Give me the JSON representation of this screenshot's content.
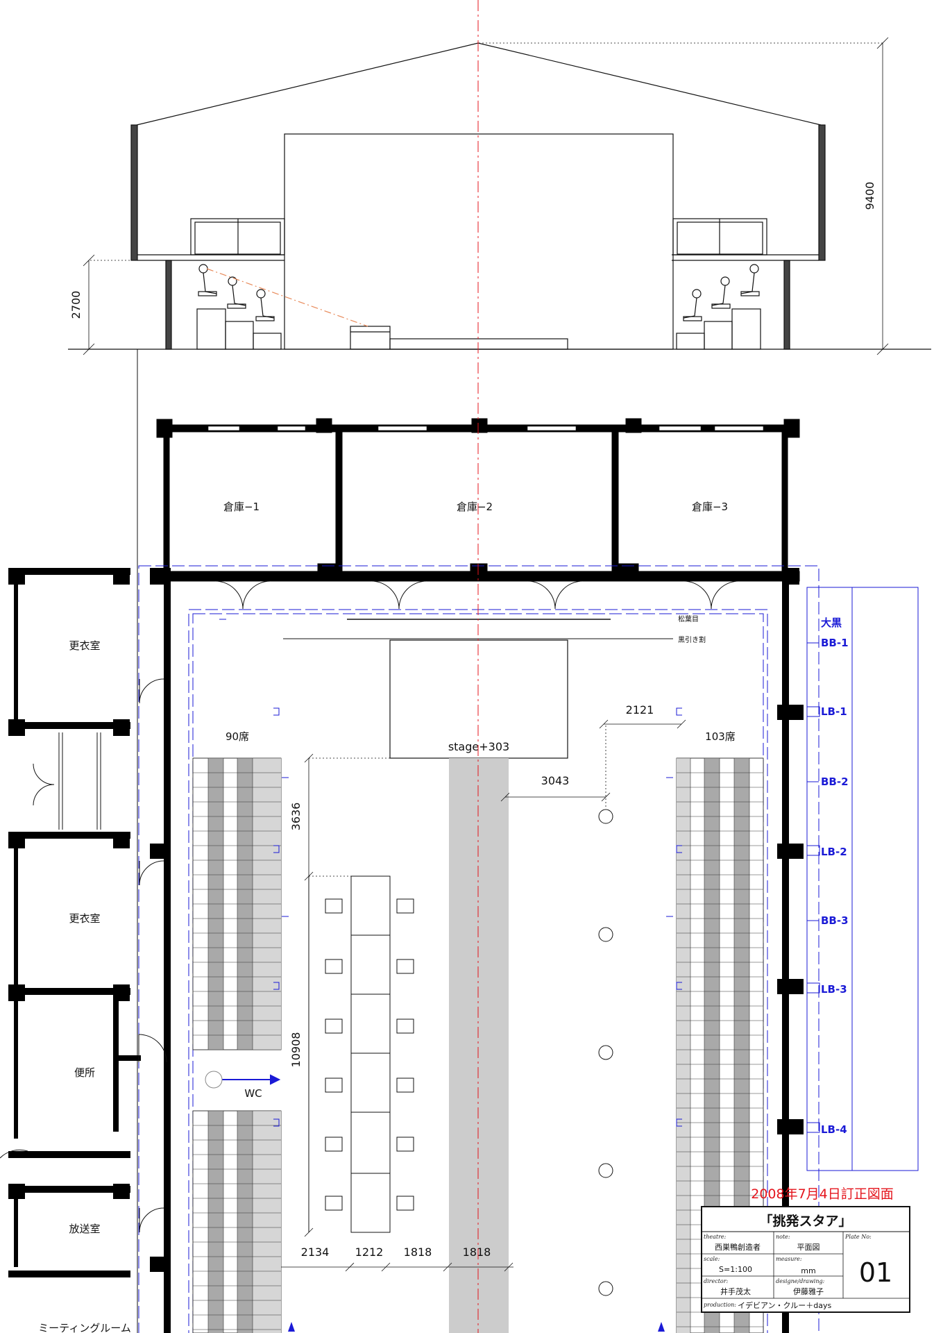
{
  "elevation": {
    "dim_height_total": "9400",
    "dim_height_side": "2700"
  },
  "rooms": {
    "storage_1": "倉庫−1",
    "storage_2": "倉庫−2",
    "storage_3": "倉庫−3",
    "dressing_room_1": "更衣室",
    "dressing_room_2": "更衣室",
    "toilet": "便所",
    "broadcast_room": "放送室",
    "meeting_room": "ミーティングルーム",
    "wc": "WC"
  },
  "stage": {
    "label": "stage+303",
    "seats_left": "90席",
    "seats_right": "103席",
    "curtain_main": "松葉目",
    "curtain_draw": "黒引き割"
  },
  "dimensions": {
    "d2121": "2121",
    "d3043": "3043",
    "d3636": "3636",
    "d10908": "10908",
    "d2134": "2134",
    "d1212": "1212",
    "d1818a": "1818",
    "d1818b": "1818"
  },
  "lighting_bars": [
    "大黒",
    "BB-1",
    "LB-1",
    "BB-2",
    "LB-2",
    "BB-3",
    "LB-3",
    "LB-4"
  ],
  "revision_note": "2008年7月4日訂正図面",
  "title_block": {
    "title": "「挑発スタア」",
    "theatre_caption": "theatre:",
    "theatre_value": "西巣鴨創造者",
    "note_caption": "note:",
    "note_value": "平面図",
    "plate_caption": "Plate No:",
    "plate_value": "01",
    "scale_caption": "scale:",
    "scale_value": "S=1:100",
    "measure_caption": "measure:",
    "measure_value": "mm",
    "director_caption": "director:",
    "director_value": "井手茂太",
    "design_caption": "designe/drawing:",
    "design_value": "伊藤雅子",
    "production_caption": "production:",
    "production_value": "イデビアン・クルー＋days"
  },
  "colors": {
    "line": "#111111",
    "seat_dark": "#a9a9a9",
    "seat_light": "#d6d6d6",
    "aisle": "#cccccc",
    "blue": "#1a1ad6",
    "red": "#e4141c",
    "centerline": "#e4141c",
    "sightline": "#e88a5a"
  }
}
